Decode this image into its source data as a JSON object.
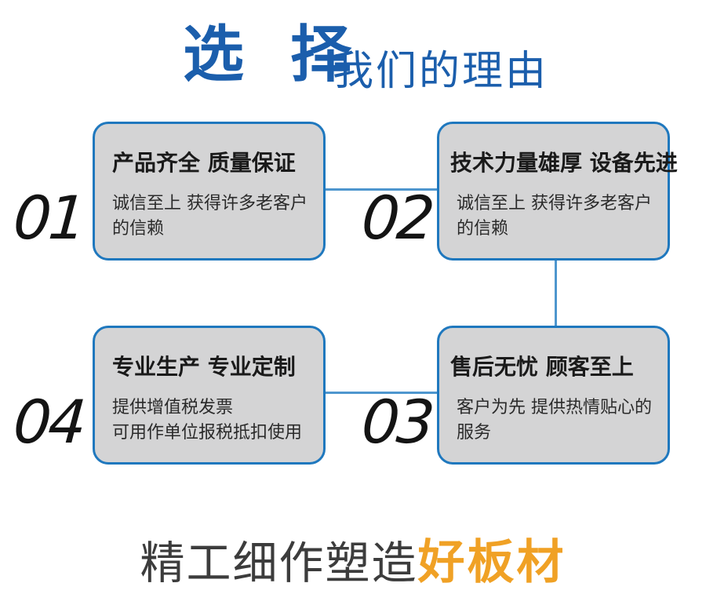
{
  "header": {
    "title_main": "选 择",
    "title_sub": "我们的理由"
  },
  "cards": [
    {
      "number": "01",
      "title": "产品齐全 质量保证",
      "desc": "诚信至上 获得许多老客户\n的信赖"
    },
    {
      "number": "02",
      "title": "技术力量雄厚 设备先进",
      "desc": "诚信至上 获得许多老客户\n的信赖"
    },
    {
      "number": "04",
      "title": "专业生产 专业定制",
      "desc": "提供增值税发票\n可用作单位报税抵扣使用"
    },
    {
      "number": "03",
      "title": "售后无忧 顾客至上",
      "desc": "客户为先 提供热情贴心的\n服务"
    }
  ],
  "footer": {
    "tagline_dark": "精工细作塑造",
    "tagline_accent": "好板材"
  },
  "colors": {
    "title_blue": "#1B5EAC",
    "card_border": "#1F78BE",
    "card_bg": "#D4D4D5",
    "connector": "#4E96CE",
    "accent_orange": "#F0A125"
  }
}
